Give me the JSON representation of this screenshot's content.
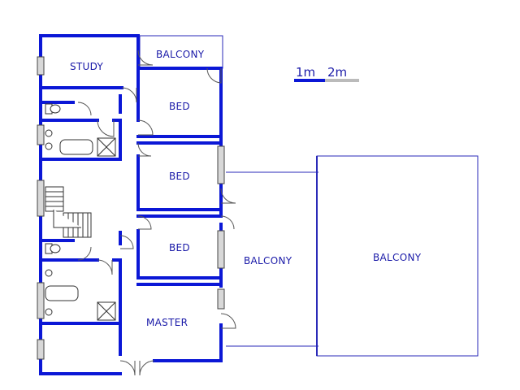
{
  "rooms": {
    "study": "STUDY",
    "balcony_top": "BALCONY",
    "bed1": "BED",
    "bed2": "BED",
    "bed3": "BED",
    "balcony_mid": "BALCONY",
    "balcony_right": "BALCONY",
    "master": "MASTER"
  },
  "scale": {
    "label_1": "1m",
    "label_2": "2m"
  },
  "colors": {
    "wall": "#0b17d6",
    "label": "#1a1aa8",
    "scale_grey": "#bbbbbb"
  }
}
